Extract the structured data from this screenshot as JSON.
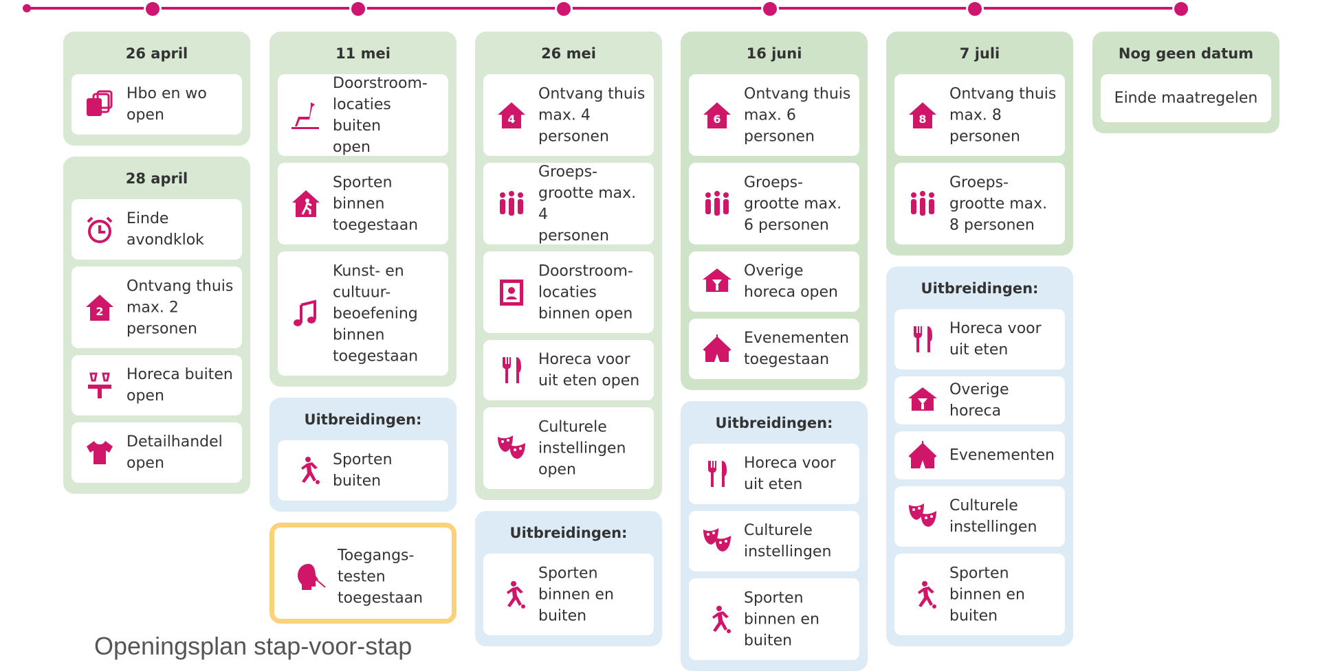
{
  "caption": "Openingsplan stap-voor-stap",
  "colors": {
    "accent": "#cc1670",
    "icon": "#d01668",
    "green": "#d8e8d2",
    "blue": "#dcebf5",
    "yellow": "#fbd27a"
  },
  "steps": [
    {
      "title": "26 april",
      "items": [
        {
          "text": "Hbo en wo\nopen",
          "icon": "books-icon"
        }
      ]
    },
    {
      "title": "28 april",
      "items": [
        {
          "text": "Einde\navondklok",
          "icon": "alarm-clock-icon"
        },
        {
          "text": "Ontvang thuis\nmax. 2\npersonen",
          "icon": "house-2-icon",
          "icon_label": "2"
        },
        {
          "text": "Horeca buiten\nopen",
          "icon": "terrace-icon"
        },
        {
          "text": "Detailhandel\nopen",
          "icon": "shirt-icon"
        }
      ]
    },
    {
      "title": "11 mei",
      "items": [
        {
          "text": "Doorstroom-\nlocaties buiten\nopen",
          "icon": "giraffe-icon"
        },
        {
          "text": "Sporten\nbinnen\ntoegestaan",
          "icon": "indoor-sport-icon"
        },
        {
          "text": "Kunst- en\ncultuur-\nbeoefening\nbinnen\ntoegestaan",
          "icon": "music-note-icon"
        }
      ],
      "extensions_title": "Uitbreidingen:",
      "extensions": [
        {
          "text": "Sporten\nbuiten",
          "icon": "runner-icon"
        }
      ],
      "testing": {
        "text": "Toegangs-\ntesten\ntoegestaan",
        "icon": "swab-test-icon"
      }
    },
    {
      "title": "26 mei",
      "items": [
        {
          "text": "Ontvang thuis\nmax. 4\npersonen",
          "icon": "house-4-icon",
          "icon_label": "4"
        },
        {
          "text": "Groeps-\ngrootte max. 4\npersonen",
          "icon": "group-icon"
        },
        {
          "text": "Doorstroom-\nlocaties\nbinnen open",
          "icon": "museum-frame-icon"
        },
        {
          "text": "Horeca voor\nuit eten open",
          "icon": "cutlery-icon"
        },
        {
          "text": "Culturele\ninstellingen\nopen",
          "icon": "theater-masks-icon"
        }
      ],
      "extensions_title": "Uitbreidingen:",
      "extensions": [
        {
          "text": "Sporten\nbinnen en\nbuiten",
          "icon": "runner-icon"
        }
      ]
    },
    {
      "title": "16 juni",
      "items": [
        {
          "text": "Ontvang thuis\nmax. 6\npersonen",
          "icon": "house-6-icon",
          "icon_label": "6"
        },
        {
          "text": "Groeps-\ngrootte max.\n6 personen",
          "icon": "group-icon"
        },
        {
          "text": "Overige\nhoreca open",
          "icon": "bar-icon"
        },
        {
          "text": "Evenementen\ntoegestaan",
          "icon": "circus-tent-icon"
        }
      ],
      "extensions_title": "Uitbreidingen:",
      "extensions": [
        {
          "text": "Horeca voor\nuit eten",
          "icon": "cutlery-icon"
        },
        {
          "text": "Culturele\ninstellingen",
          "icon": "theater-masks-icon"
        },
        {
          "text": "Sporten\nbinnen en\nbuiten",
          "icon": "runner-icon"
        }
      ]
    },
    {
      "title": "7 juli",
      "items": [
        {
          "text": "Ontvang thuis\nmax. 8\npersonen",
          "icon": "house-8-icon",
          "icon_label": "8"
        },
        {
          "text": "Groeps-\ngrootte max.\n8 personen",
          "icon": "group-icon"
        }
      ],
      "extensions_title": "Uitbreidingen:",
      "extensions": [
        {
          "text": "Horeca voor\nuit eten",
          "icon": "cutlery-icon"
        },
        {
          "text": "Overige horeca",
          "icon": "bar-icon"
        },
        {
          "text": "Evenementen",
          "icon": "circus-tent-icon"
        },
        {
          "text": "Culturele\ninstellingen",
          "icon": "theater-masks-icon"
        },
        {
          "text": "Sporten\nbinnen en\nbuiten",
          "icon": "runner-icon"
        }
      ]
    },
    {
      "title": "Nog geen datum",
      "items": [
        {
          "text": "Einde maatregelen"
        }
      ]
    }
  ]
}
